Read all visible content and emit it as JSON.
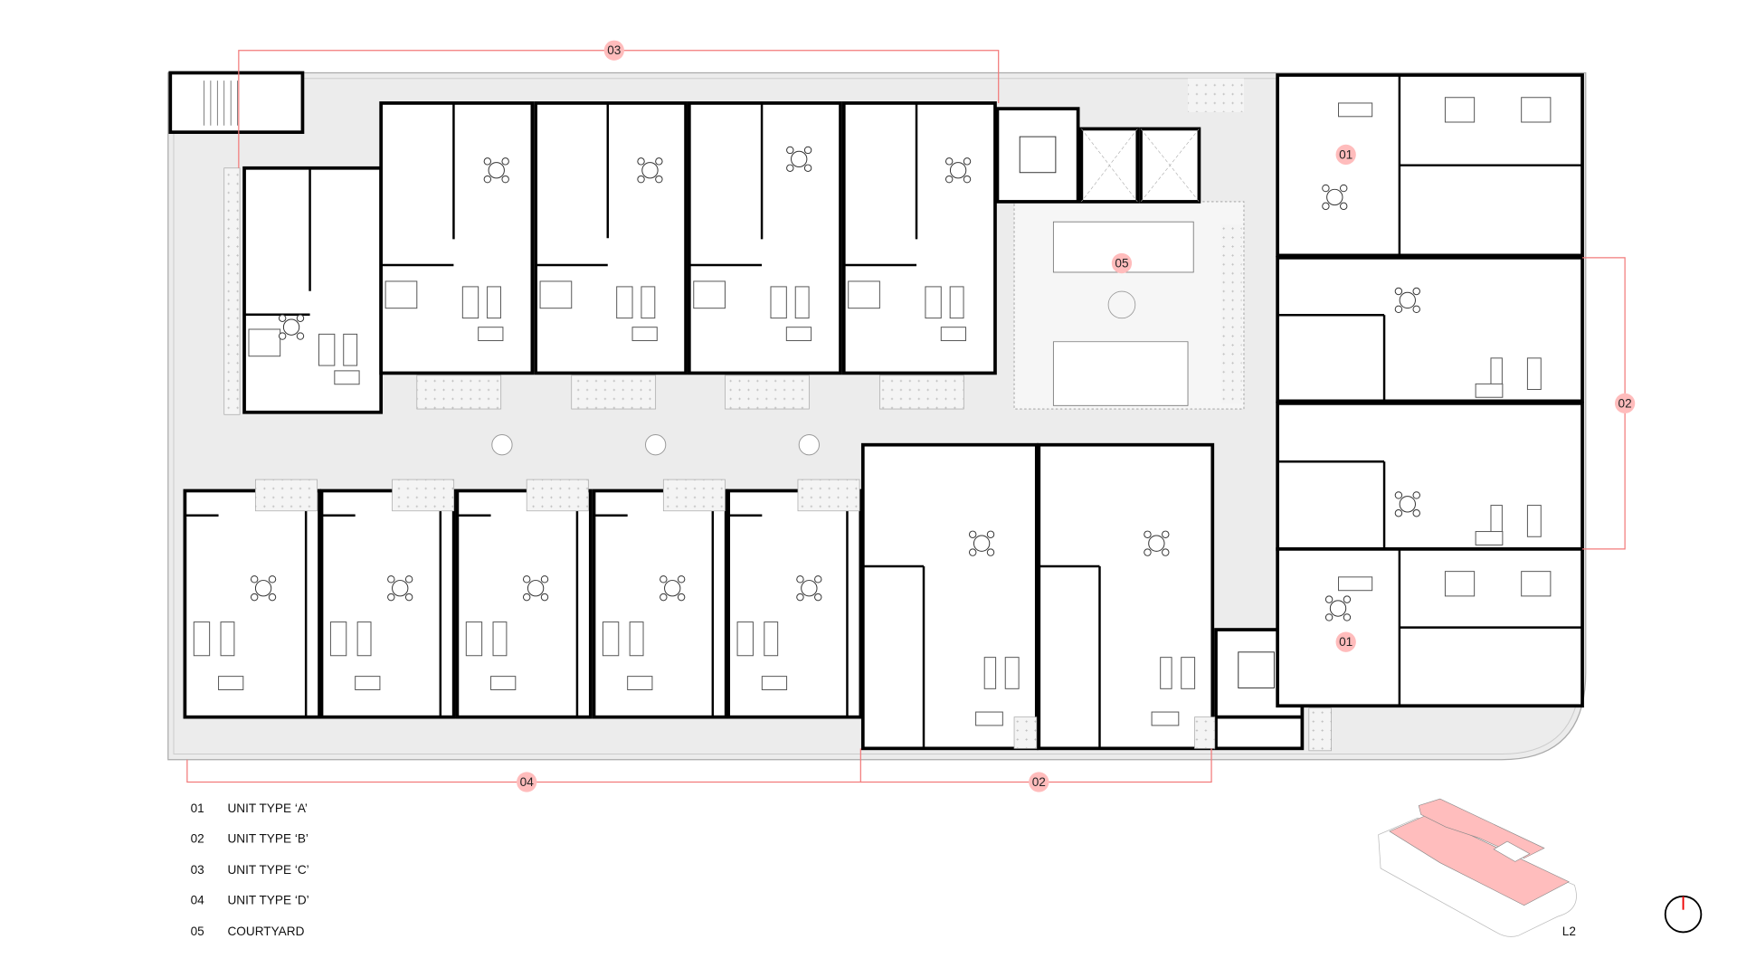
{
  "colors": {
    "accent_line": "#f27a7a",
    "marker_fill": "#ffbcbc",
    "corridor": "#ececec",
    "wall": "#000000",
    "massing": "#ffbdbd"
  },
  "markers": {
    "unit_c_top": "03",
    "unit_b_right": "02",
    "unit_d_bottom": "04",
    "unit_b_bottom": "02",
    "unit_a_top": "01",
    "unit_a_bottom": "01",
    "courtyard": "05"
  },
  "legend": [
    {
      "num": "01",
      "label": "UNIT TYPE ‘A’"
    },
    {
      "num": "02",
      "label": "UNIT TYPE ‘B’"
    },
    {
      "num": "03",
      "label": "UNIT TYPE ‘C’"
    },
    {
      "num": "04",
      "label": "UNIT TYPE ‘D’"
    },
    {
      "num": "05",
      "label": "COURTYARD"
    }
  ],
  "key_plan": {
    "level": "L2"
  },
  "north_arrow": "north-arrow-icon"
}
